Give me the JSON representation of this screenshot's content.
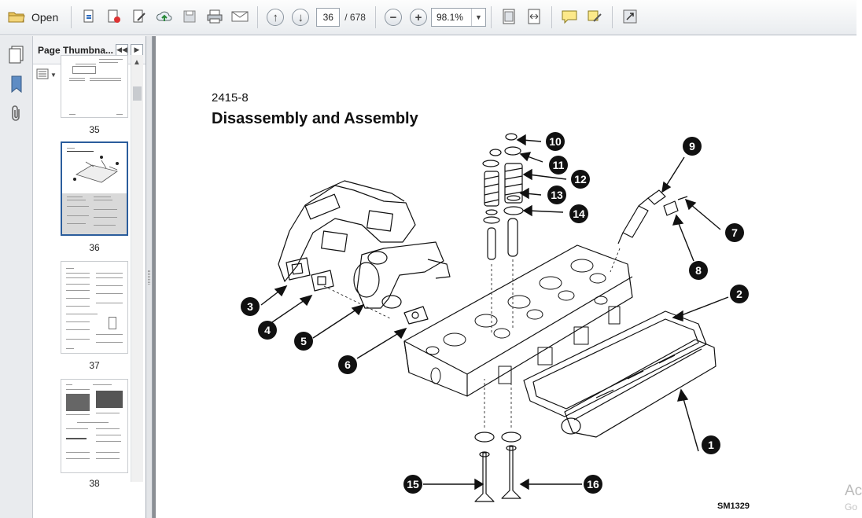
{
  "toolbar": {
    "open_label": "Open",
    "current_page": "36",
    "page_total": "/ 678",
    "zoom": "98.1%"
  },
  "sidebar": {
    "title": "Page Thumbna...",
    "thumbnails": [
      {
        "label": "35",
        "selected": false
      },
      {
        "label": "36",
        "selected": true
      },
      {
        "label": "37",
        "selected": false
      },
      {
        "label": "38",
        "selected": false
      }
    ]
  },
  "document": {
    "doc_number": "2415-8",
    "title": "Disassembly and Assembly",
    "figure_id": "SM1329",
    "callouts": [
      "1",
      "2",
      "3",
      "4",
      "5",
      "6",
      "7",
      "8",
      "9",
      "10",
      "11",
      "12",
      "13",
      "14",
      "15",
      "16"
    ]
  },
  "watermark": {
    "line1": "Ac",
    "line2": "Go"
  },
  "icons": [
    "open-folder-icon",
    "create-pdf-icon",
    "export-icon",
    "edit-icon",
    "upload-icon",
    "save-icon",
    "print-icon",
    "email-icon",
    "page-up-icon",
    "page-down-icon",
    "zoom-out-icon",
    "zoom-in-icon",
    "fit-page-icon",
    "fit-width-icon",
    "comment-icon",
    "highlight-icon",
    "fullscreen-icon"
  ]
}
